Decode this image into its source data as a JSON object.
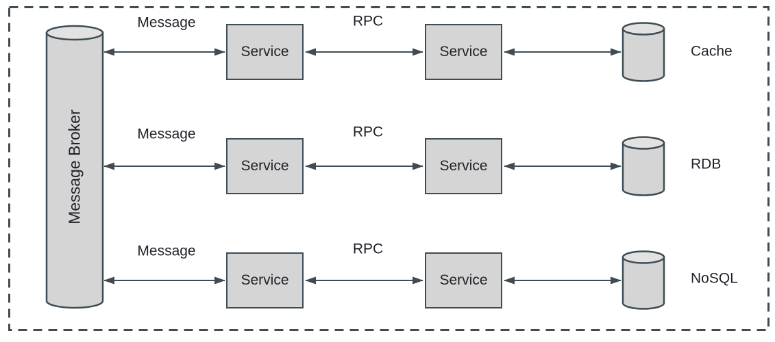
{
  "broker": {
    "label": "Message Broker"
  },
  "rows": [
    {
      "message_label": "Message",
      "service_a": "Service",
      "rpc_label": "RPC",
      "service_b": "Service",
      "datastore_label": "Cache"
    },
    {
      "message_label": "Message",
      "service_a": "Service",
      "rpc_label": "RPC",
      "service_b": "Service",
      "datastore_label": "RDB"
    },
    {
      "message_label": "Message",
      "service_a": "Service",
      "rpc_label": "RPC",
      "service_b": "Service",
      "datastore_label": "NoSQL"
    }
  ],
  "colors": {
    "stroke": "#3e4c54",
    "shape_fill": "#d5d5d5",
    "shape_fill_light": "#e2e2e2",
    "text": "#1e2228",
    "background": "#ffffff"
  }
}
